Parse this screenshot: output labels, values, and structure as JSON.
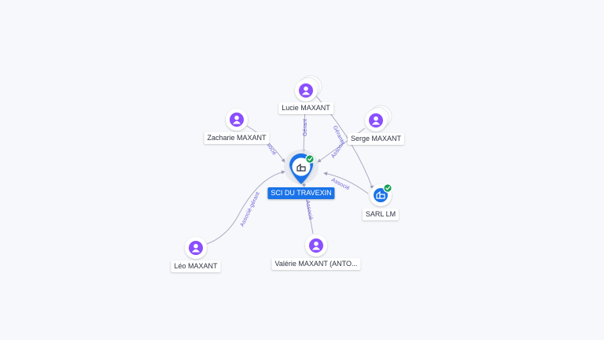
{
  "colors": {
    "person": "#8a4fff",
    "company": "#1a73e8",
    "verified": "#18a058",
    "edge_label": "#6a5fd8",
    "edge": "#a9adc4"
  },
  "nodes": [
    {
      "id": "sci",
      "label": "SCI DU TRAVEXIN",
      "kind": "main",
      "icon": "building-icon",
      "verified": true
    },
    {
      "id": "lucie",
      "label": "Lucie MAXANT",
      "kind": "person",
      "icon": "person-icon",
      "stacked": true
    },
    {
      "id": "zacharie",
      "label": "Zacharie MAXANT",
      "kind": "person",
      "icon": "person-icon"
    },
    {
      "id": "serge",
      "label": "Serge MAXANT",
      "kind": "person",
      "icon": "person-icon",
      "stacked": true
    },
    {
      "id": "sarl",
      "label": "SARL LM",
      "kind": "company",
      "icon": "building-icon",
      "verified": true
    },
    {
      "id": "valerie",
      "label": "Valérie MAXANT (ANTO...",
      "kind": "person",
      "icon": "person-icon"
    },
    {
      "id": "leo",
      "label": "Léo MAXANT",
      "kind": "person",
      "icon": "person-icon"
    }
  ],
  "edges": [
    {
      "from": "lucie",
      "to": "sci",
      "label": "Gérant"
    },
    {
      "from": "zacharie",
      "to": "sci",
      "label": "Associé"
    },
    {
      "from": "serge",
      "to": "sci",
      "label": "Associé"
    },
    {
      "from": "lucie",
      "to": "sarl",
      "label": "Gérant"
    },
    {
      "from": "sarl",
      "to": "sci",
      "label": "Associé"
    },
    {
      "from": "valerie",
      "to": "sci",
      "label": "Associé"
    },
    {
      "from": "leo",
      "to": "sci",
      "label": "Associé-gérant"
    }
  ]
}
